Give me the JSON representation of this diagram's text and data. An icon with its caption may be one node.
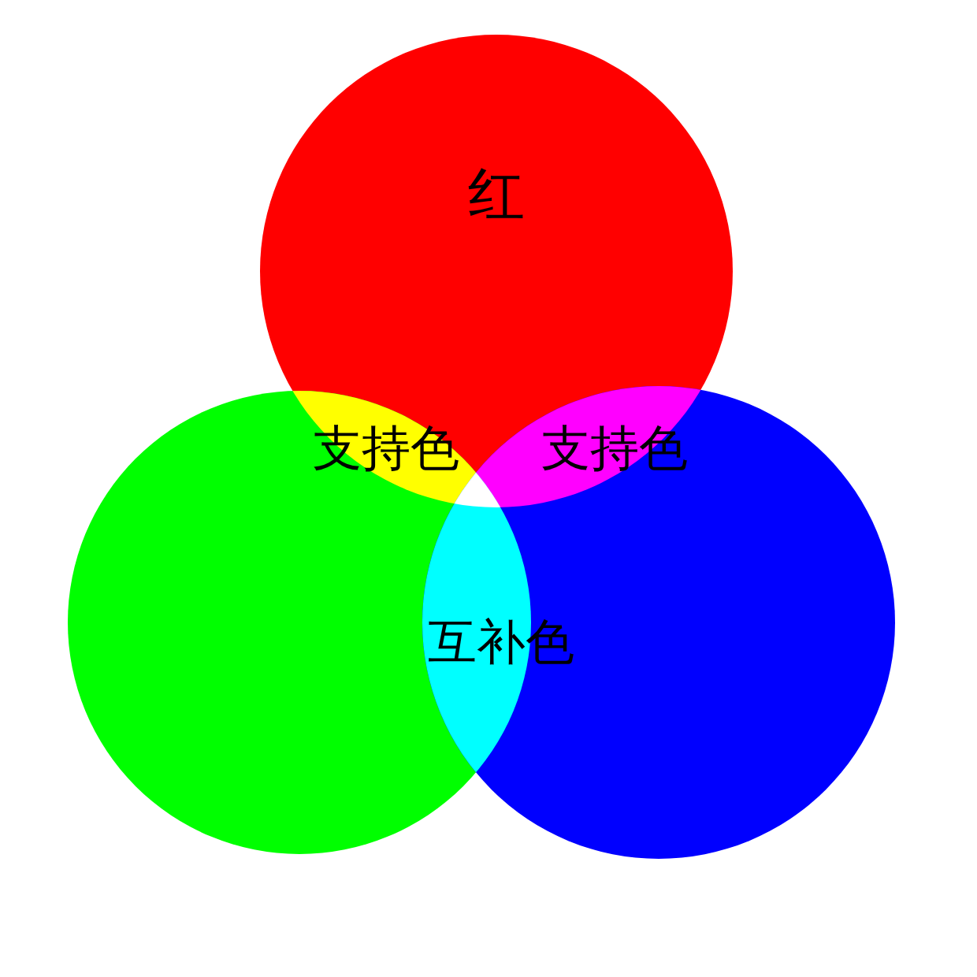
{
  "diagram": {
    "nodes": [
      {
        "text": [
          "红"
        ]
      },
      {
        "text": [],
        "shape": "circle"
      },
      {
        "text": [],
        "shape": "circle"
      }
    ],
    "labels": [
      "支持色",
      "支持色",
      "互补色"
    ]
  }
}
